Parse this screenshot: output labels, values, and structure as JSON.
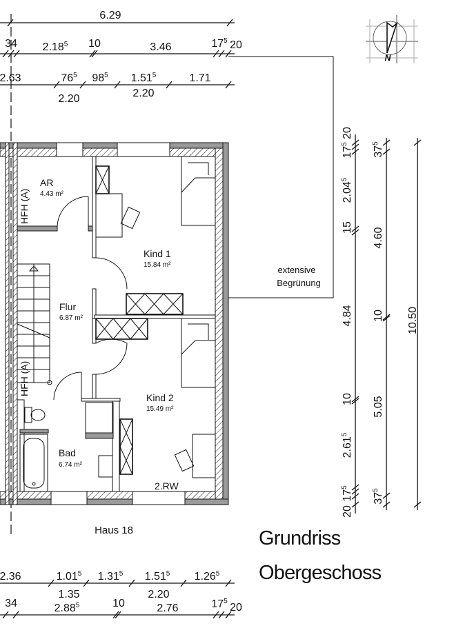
{
  "title": {
    "line1": "Grundriss",
    "line2": "Obergeschoss"
  },
  "house_label": "Haus 18",
  "terrace_note": {
    "line1": "extensive",
    "line2": "Begrünung"
  },
  "rooms": [
    {
      "name": "AR",
      "area": "4.43 m²"
    },
    {
      "name": "Kind 1",
      "area": "15.84 m²"
    },
    {
      "name": "Flur",
      "area": "6.87 m²"
    },
    {
      "name": "Kind 2",
      "area": "15.49 m²"
    },
    {
      "name": "Bad",
      "area": "6.74 m²"
    }
  ],
  "wall_labels": {
    "hfh_upper": "HFH (A)",
    "hfh_lower": "HFH (A)",
    "window": "2.RW"
  },
  "compass_label": "N",
  "dimensions": {
    "top": [
      {
        "value": "6.29"
      },
      {
        "value": "34"
      },
      {
        "value": "2.18",
        "sup": "5"
      },
      {
        "value": "10"
      },
      {
        "value": "3.46"
      },
      {
        "value": "17",
        "sup": "5"
      },
      {
        "value": "20"
      },
      {
        "value": "2.63"
      },
      {
        "value": "76",
        "sup": "5"
      },
      {
        "value": "98",
        "sup": "5"
      },
      {
        "value": "1.51",
        "sup": "5"
      },
      {
        "value": "1.71"
      },
      {
        "value": "2.20"
      },
      {
        "value": "2.20"
      }
    ],
    "right": [
      {
        "value": "20"
      },
      {
        "value": "17",
        "sup": "5"
      },
      {
        "value": "2.04",
        "sup": "5"
      },
      {
        "value": "15"
      },
      {
        "value": "4.84"
      },
      {
        "value": "10"
      },
      {
        "value": "2.61",
        "sup": "5"
      },
      {
        "value": "17",
        "sup": "5"
      },
      {
        "value": "20"
      },
      {
        "value": "37",
        "sup": "5"
      },
      {
        "value": "4.60"
      },
      {
        "value": "10"
      },
      {
        "value": "5.05"
      },
      {
        "value": "37",
        "sup": "5"
      },
      {
        "value": "10.50"
      }
    ],
    "bottom": [
      {
        "value": "2.36"
      },
      {
        "value": "1.01",
        "sup": "5"
      },
      {
        "value": "1.31",
        "sup": "5"
      },
      {
        "value": "1.51",
        "sup": "5"
      },
      {
        "value": "1.26",
        "sup": "5"
      },
      {
        "value": "1.35"
      },
      {
        "value": "2.20"
      },
      {
        "value": "34"
      },
      {
        "value": "2.88",
        "sup": "5"
      },
      {
        "value": "10"
      },
      {
        "value": "2.76"
      },
      {
        "value": "17",
        "sup": "5"
      },
      {
        "value": "20"
      }
    ]
  }
}
